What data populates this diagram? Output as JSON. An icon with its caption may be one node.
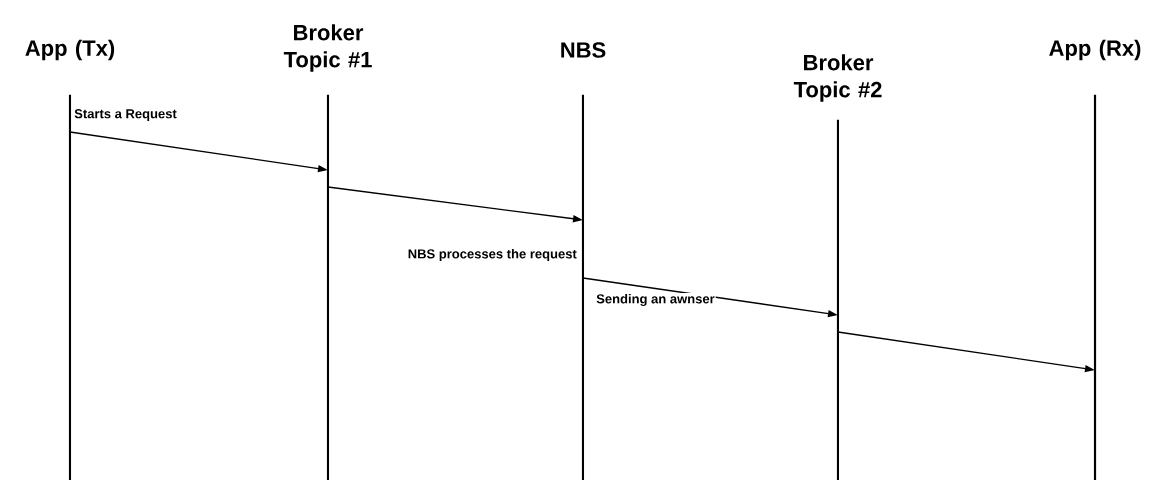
{
  "diagram": {
    "nodes": [
      {
        "text": [
          "App (Tx)"
        ]
      },
      {
        "text": [
          "Broker Topic #1"
        ]
      },
      {
        "text": [
          "NBS"
        ],
        "beside": [
          "NBS processes the request"
        ]
      },
      {
        "text": [
          "Broker Topic #2"
        ]
      },
      {
        "text": [
          "App (Rx)"
        ]
      }
    ],
    "edges": [
      {
        "from": 0,
        "to": 1,
        "arrow": "to",
        "label": "Starts a Request"
      },
      {
        "from": 1,
        "to": 2,
        "arrow": "to"
      },
      {
        "from": 2,
        "to": 3,
        "arrow": "to",
        "label": "Sending an awnser"
      },
      {
        "from": 3,
        "to": 4,
        "arrow": "to"
      }
    ]
  }
}
